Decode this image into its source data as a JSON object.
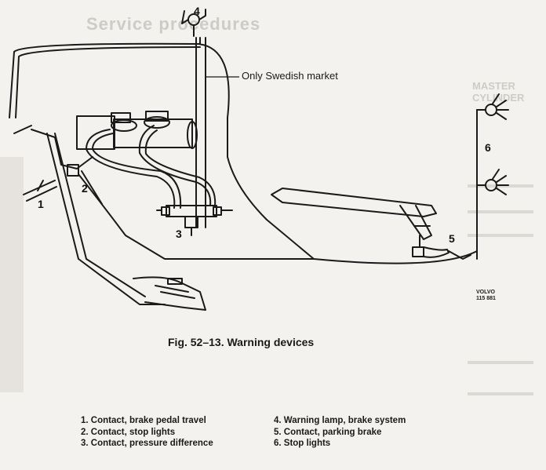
{
  "figure": {
    "caption": "Fig. 52–13. Warning devices",
    "market_note": "Only Swedish market",
    "volvo_code": [
      "VOLVO",
      "115 881"
    ],
    "callouts": [
      "1",
      "2",
      "3",
      "4",
      "5",
      "6"
    ],
    "legend": [
      {
        "label": "1. Contact, brake pedal travel"
      },
      {
        "label": "2. Contact, stop lights"
      },
      {
        "label": "3. Contact, pressure difference"
      },
      {
        "label": "4. Warning lamp, brake system"
      },
      {
        "label": "5. Contact, parking brake"
      },
      {
        "label": "6. Stop lights"
      }
    ]
  },
  "background_bleed": {
    "title": "Service procedures",
    "heading": "MASTER CYLINDER"
  },
  "colors": {
    "paper": "#f4f2ef",
    "ink": "#1a1a1a",
    "bleed": "#cfcbc6"
  }
}
